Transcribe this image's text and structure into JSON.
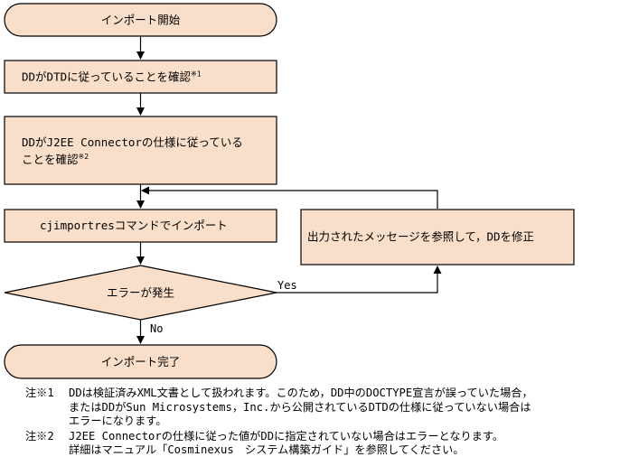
{
  "nodes": {
    "start": {
      "label": "インポート開始"
    },
    "check_dtd": {
      "label": "DDがDTDに従っていることを確認",
      "note_mark": "※1"
    },
    "check_spec": {
      "line1": "DDがJ2EE Connectorの仕様に従っている",
      "line2": "ことを確認",
      "note_mark": "※2"
    },
    "import_cmd": {
      "label": "cjimportresコマンドでインポート"
    },
    "error_decision": {
      "label": "エラーが発生"
    },
    "fix": {
      "label": "出力されたメッセージを参照して，DDを修正"
    },
    "end": {
      "label": "インポート完了"
    }
  },
  "edges": {
    "yes_label": "Yes",
    "no_label": "No"
  },
  "notes": [
    {
      "mark": "注※1",
      "lines": [
        "DDは検証済みXML文書として扱われます。このため，DD中のDOCTYPE宣言が誤っていた場合，",
        "またはDDがSun Microsystems，Inc.から公開されているDTDの仕様に従っていない場合は",
        "エラーになります。"
      ]
    },
    {
      "mark": "注※2",
      "lines": [
        "J2EE Connectorの仕様に従った値がDDに指定されていない場合はエラーとなります。",
        "詳細はマニュアル「Cosminexus　システム構築ガイド」を参照してください。"
      ]
    }
  ],
  "colors": {
    "node_fill": "#f9dec9",
    "stroke": "#000000"
  }
}
